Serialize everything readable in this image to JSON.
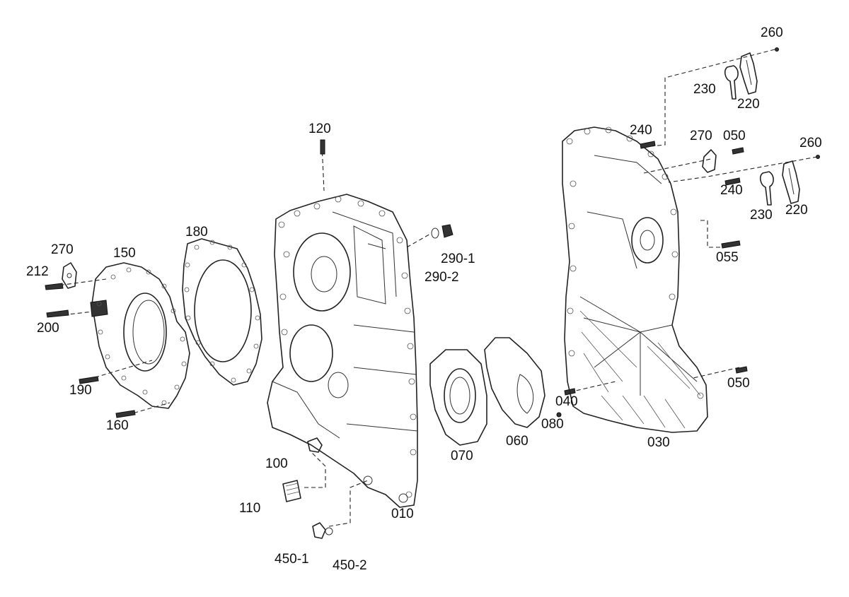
{
  "callouts": {
    "p260_top": "260",
    "p230_top": "230",
    "p220_top": "220",
    "p240_top": "240",
    "p270_right": "270",
    "p050_top": "050",
    "p260_right": "260",
    "p240_mid": "240",
    "p230_mid": "230",
    "p220_mid": "220",
    "p055": "055",
    "p120": "120",
    "p180": "180",
    "p270_left": "270",
    "p150": "150",
    "p212": "212",
    "p200": "200",
    "p190": "190",
    "p160": "160",
    "p290_1": "290-1",
    "p290_2": "290-2",
    "p040": "040",
    "p050_bottom": "050",
    "p080": "080",
    "p060": "060",
    "p070": "070",
    "p030": "030",
    "p100": "100",
    "p110": "110",
    "p010": "010",
    "p450_1": "450-1",
    "p450_2": "450-2"
  }
}
